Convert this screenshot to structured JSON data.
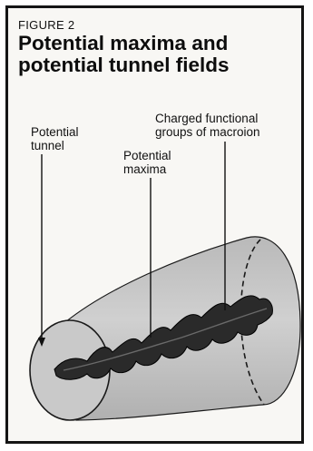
{
  "figure": {
    "label": "FIGURE 2",
    "title_line1": "Potential maxima and",
    "title_line2": "potential tunnel fields"
  },
  "labels": {
    "tunnel_line1": "Potential",
    "tunnel_line2": "tunnel",
    "maxima_line1": "Potential",
    "maxima_line2": "maxima",
    "groups_line1": "Charged functional",
    "groups_line2": "groups of macroion"
  },
  "colors": {
    "frame": "#151515",
    "cylinder_fill": "#c3c3c3",
    "helix_fill": "#2a2a2a",
    "background": "#f8f7f4"
  }
}
